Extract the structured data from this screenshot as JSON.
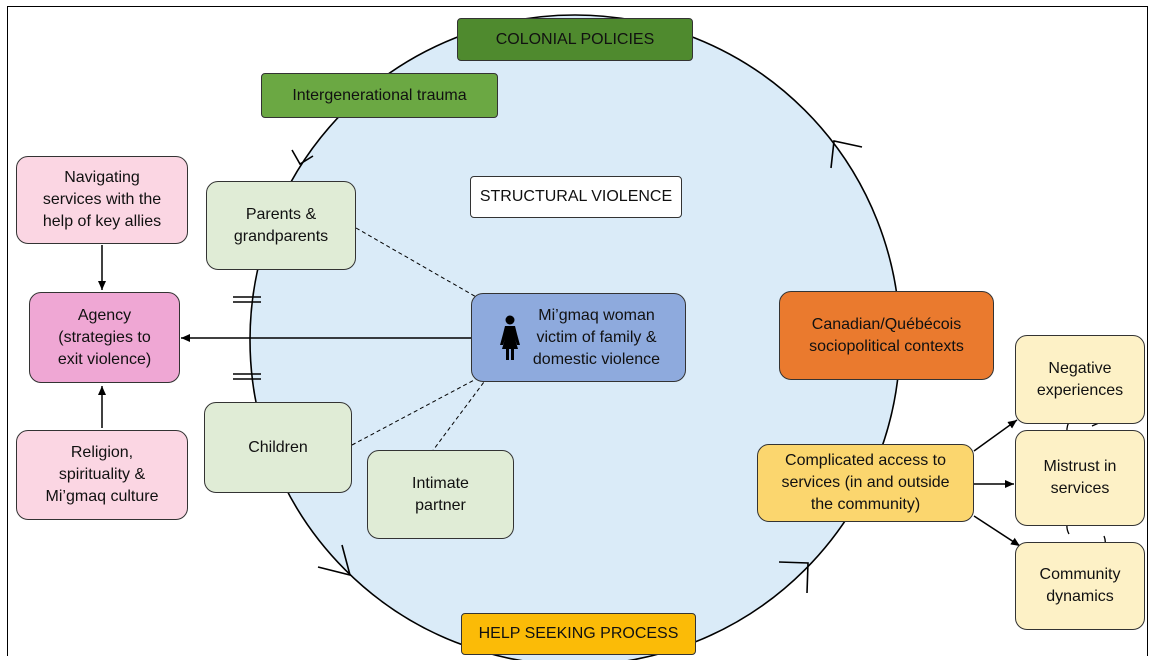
{
  "diagram": {
    "colonial_policies": "COLONIAL POLICIES",
    "intergenerational_trauma": "Intergenerational trauma",
    "structural_violence": "STRUCTURAL VIOLENCE",
    "help_seeking_process": "HELP SEEKING PROCESS",
    "navigating_services": "Navigating\nservices with the\nhelp of key allies",
    "agency": "Agency\n(strategies to\nexit violence)",
    "religion": "Religion,\nspirituality &\nMi’gmaq culture",
    "parents": "Parents &\ngrandparents",
    "children": "Children",
    "intimate_partner": "Intimate\npartner",
    "woman": "Mi’gmaq woman\nvictim of family &\ndomestic violence",
    "canadian_contexts": "Canadian/Québécois\nsociopolitical contexts",
    "complicated_access": "Complicated access to\nservices (in and outside\nthe community)",
    "negative_experiences": "Negative\nexperiences",
    "mistrust": "Mistrust in\nservices",
    "community_dynamics": "Community\ndynamics",
    "woman_icon": "woman-icon"
  },
  "colors": {
    "circle_fill": "#daebf8",
    "colonial": "#4f8a2e",
    "trauma": "#6ba843",
    "help_seeking": "#fbbb07",
    "agency": "#efa7d4",
    "woman": "#8eaadd",
    "canadian": "#ea7a2e",
    "access": "#fbd66e"
  }
}
